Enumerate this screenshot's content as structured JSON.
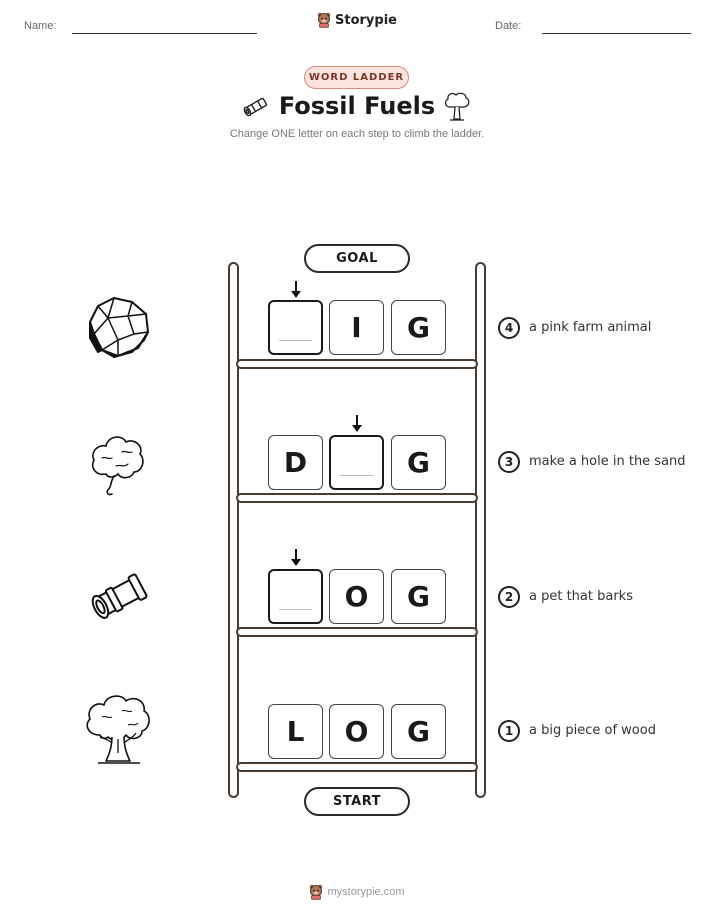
{
  "header": {
    "name_label": "Name:",
    "date_label": "Date:",
    "brand": "Storypie"
  },
  "badge": "WORD LADDER",
  "title": "Fossil Fuels",
  "subtitle": "Change ONE letter on each step to climb the ladder.",
  "goal_label": "GOAL",
  "start_label": "START",
  "steps": [
    {
      "number": "4",
      "clue": "a pink farm animal",
      "letters": [
        "",
        "I",
        "G"
      ],
      "picture": "coal-icon"
    },
    {
      "number": "3",
      "clue": "make a hole in the sand",
      "letters": [
        "D",
        "",
        "G"
      ],
      "picture": "smoke-icon"
    },
    {
      "number": "2",
      "clue": "a pet that barks",
      "letters": [
        "",
        "O",
        "G"
      ],
      "picture": "pipe-icon"
    },
    {
      "number": "1",
      "clue": "a big piece of wood",
      "letters": [
        "L",
        "O",
        "G"
      ],
      "picture": "tree-icon"
    }
  ],
  "footer": "mystorypie.com",
  "colors": {
    "accent": "#fde3de",
    "accent_border": "#e08a7a",
    "ladder": "#4a3b30"
  }
}
